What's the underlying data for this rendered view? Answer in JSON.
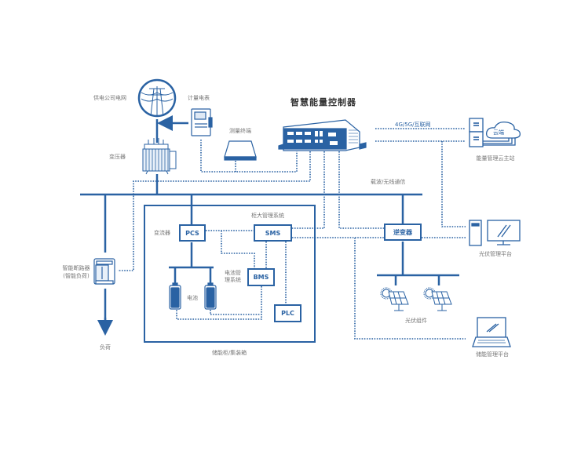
{
  "colors": {
    "primary": "#2a62a3",
    "label": "#777777",
    "title": "#333333"
  },
  "controller": {
    "title": "智慧能量控制器",
    "icon": "industrial-pc-icon"
  },
  "grid": {
    "label": "供电公司电网",
    "icon": "power-tower-icon"
  },
  "meter": {
    "label": "计量电表",
    "icon": "electric-meter-icon"
  },
  "measure_terminal": {
    "label": "测量终端",
    "icon": "measurement-terminal-icon"
  },
  "transformer": {
    "label": "变压器",
    "icon": "transformer-icon"
  },
  "breaker": {
    "label_line1": "智能断路器",
    "label_line2": "(智能负荷)",
    "icon": "smart-breaker-icon"
  },
  "load": {
    "label": "负荷",
    "icon": "arrow-down-icon"
  },
  "network": {
    "label": "4G/5G/互联网"
  },
  "carrier": {
    "label": "载波/无线通信"
  },
  "cloud_station": {
    "label": "能量管理云主站",
    "cloud_text": "云端",
    "icon": "cloud-server-icon"
  },
  "pv_platform": {
    "label": "光伏管理平台",
    "icon": "desktop-computer-icon"
  },
  "storage_platform": {
    "label": "储能管理平台",
    "icon": "laptop-icon"
  },
  "inverter": {
    "label": "逆变器"
  },
  "pv_modules": {
    "label": "光伏组件",
    "icon": "solar-panel-icon"
  },
  "storage_cabinet": {
    "label": "储能柜/集装箱",
    "pcs": {
      "label": "PCS",
      "desc": "变流器"
    },
    "sms": {
      "label": "SMS",
      "desc": "柜大管理系统"
    },
    "bms": {
      "label": "BMS",
      "desc_line1": "电池管",
      "desc_line2": "理系统"
    },
    "plc": {
      "label": "PLC"
    },
    "battery": {
      "label": "电池",
      "icon": "battery-icon"
    }
  }
}
